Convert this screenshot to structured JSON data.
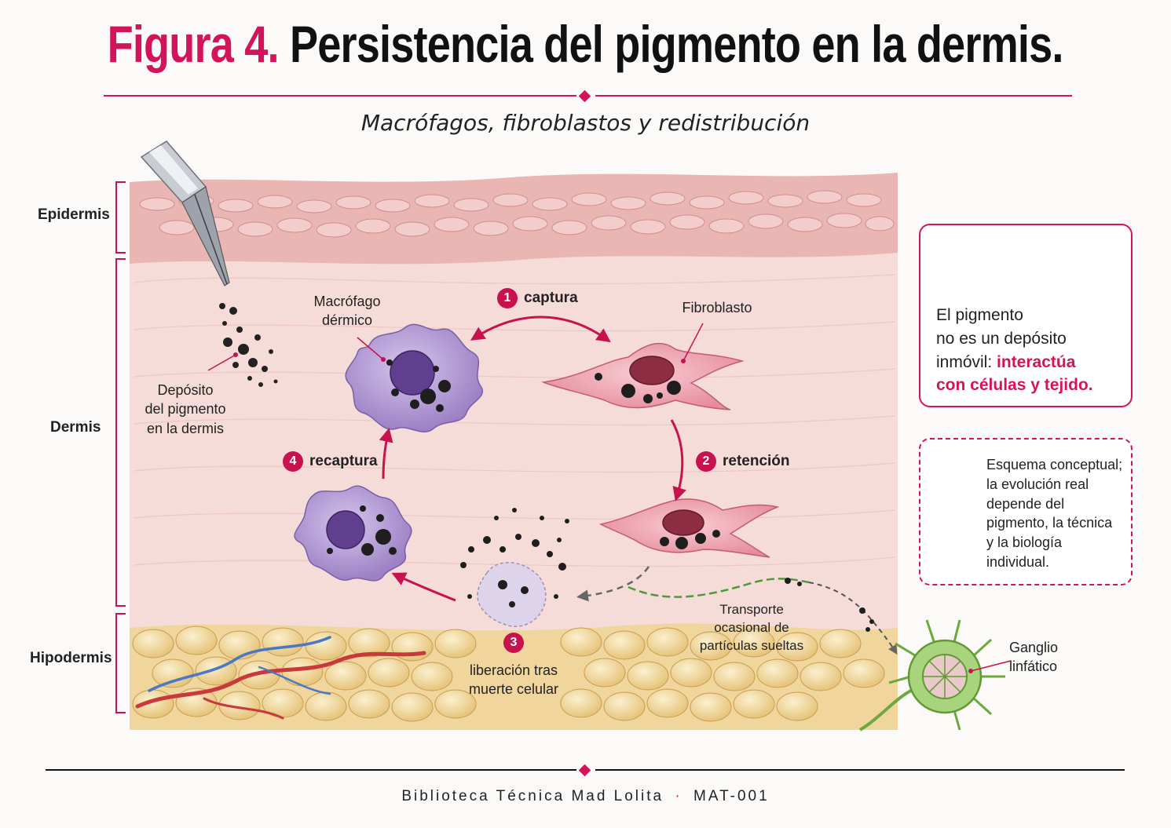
{
  "title": {
    "figure_label": "Figura 4.",
    "text": "Persistencia del pigmento en la dermis."
  },
  "subtitle": "Macrófagos, fibroblastos y redistribución",
  "layers": {
    "epidermis": "Epidermis",
    "dermis": "Dermis",
    "hypodermis": "Hipodermis"
  },
  "labels": {
    "deposit": [
      "Depósito",
      "del pigmento",
      "en la dermis"
    ],
    "macrophage": [
      "Macrófago",
      "dérmico"
    ],
    "fibroblast": "Fibroblasto",
    "transport": [
      "Transporte",
      "ocasional de",
      "partículas sueltas"
    ],
    "lymph_node": [
      "Ganglio",
      "linfático"
    ]
  },
  "steps": [
    {
      "number": "1",
      "label": "captura"
    },
    {
      "number": "2",
      "label": "retención"
    },
    {
      "number": "3",
      "label": [
        "liberación tras",
        "muerte celular"
      ]
    },
    {
      "number": "4",
      "label": "recaptura"
    }
  ],
  "note": {
    "line1": "El pigmento",
    "line2": "no es un depósito",
    "line3": "inmóvil: ",
    "highlight_a": "interactúa",
    "highlight_b": "con células y tejido.",
    "icon": "lightbulb-icon"
  },
  "disclaimer": {
    "lines": [
      "Esquema conceptual;",
      "la evolución real",
      "depende del",
      "pigmento, la técnica",
      "y la biología",
      "individual."
    ],
    "icon": "clipboard-check-icon"
  },
  "footer": {
    "text": "Biblioteca Técnica Mad Lolita",
    "separator": "·",
    "code": "MAT-001"
  },
  "colors": {
    "accent": "#d4145a",
    "skin": "#f4d6d4",
    "fat": "#f2dca0",
    "macrophage": "#b39ad4",
    "fibroblast": "#eea4b0",
    "lymph": "#8cc25a"
  }
}
